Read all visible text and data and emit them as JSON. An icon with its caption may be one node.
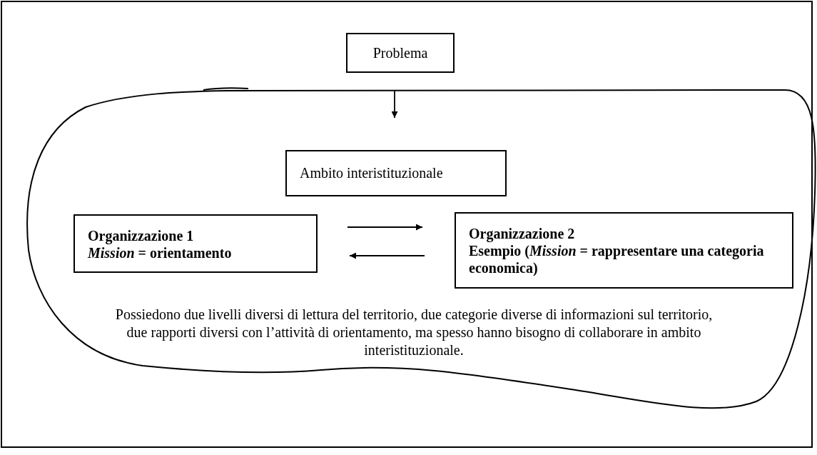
{
  "diagram": {
    "nodes": [
      {
        "text": [
          "Problema"
        ]
      },
      {
        "text": [
          "Possiedono due livelli diversi di lettura del territorio, due categorie diverse di informazioni sul territorio, due rapporti diversi con l’attività di orientamento, ma spesso hanno bisogno di collaborare in ambito interistituzionale."
        ]
      },
      {
        "text": [
          "Ambito interistituzionale"
        ],
        "in": 1
      },
      {
        "text": [
          "Organizzazione 1",
          "*Mission* = orientamento"
        ],
        "in": 1
      },
      {
        "text": [
          "Organizzazione 2",
          "Esempio (*Mission* = rappresentare una categoria economica)"
        ],
        "in": 1
      }
    ],
    "edges": [
      {
        "from": 0,
        "to": 2,
        "arrow": "to"
      },
      {
        "from": 3,
        "to": 4,
        "arrow": "to"
      },
      {
        "from": 4,
        "to": 3,
        "arrow": "to"
      }
    ]
  }
}
